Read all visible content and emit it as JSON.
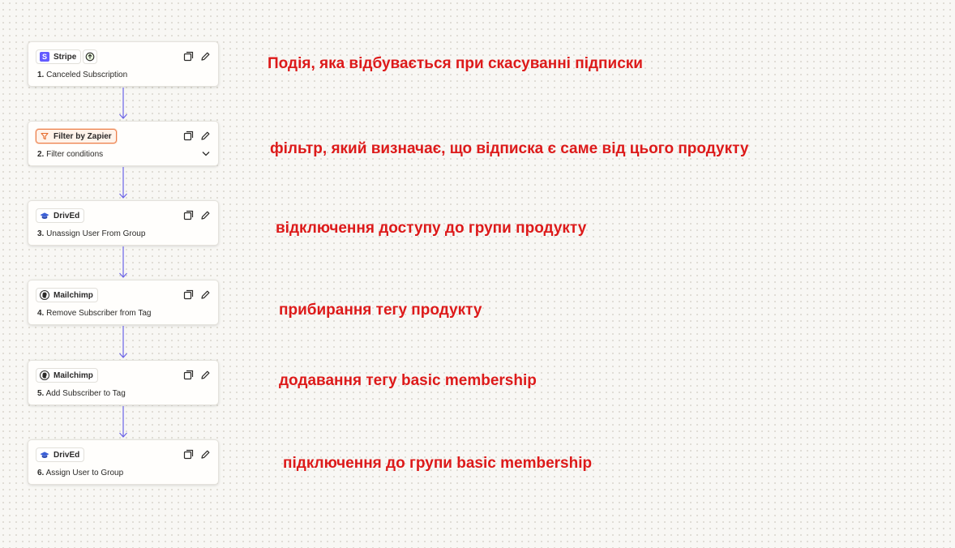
{
  "steps": [
    {
      "app": "Stripe",
      "num": "1.",
      "title": "Canceled Subscription",
      "app_icon": "stripe-icon"
    },
    {
      "app": "Filter by Zapier",
      "num": "2.",
      "title": "Filter conditions",
      "app_icon": "filter-icon"
    },
    {
      "app": "DrivEd",
      "num": "3.",
      "title": "Unassign User From Group",
      "app_icon": "graduation-cap-icon"
    },
    {
      "app": "Mailchimp",
      "num": "4.",
      "title": "Remove Subscriber from Tag",
      "app_icon": "mailchimp-icon"
    },
    {
      "app": "Mailchimp",
      "num": "5.",
      "title": "Add Subscriber to Tag",
      "app_icon": "mailchimp-icon"
    },
    {
      "app": "DrivEd",
      "num": "6.",
      "title": "Assign User to Group",
      "app_icon": "graduation-cap-icon"
    }
  ],
  "stripe_glyph": "S",
  "annotations": [
    "Подія, яка відбувається при скасуванні підписки",
    "фільтр, який визначає, що відписка є саме від цього продукту",
    "відключення доступу до групи продукту",
    "прибирання тегу продукту",
    "додавання тегу basic membership",
    "підключення до групи basic membership"
  ],
  "colors": {
    "connector": "#6b63e6",
    "annotation": "#dd1a1a",
    "stripe": "#635bff",
    "filter_accent": "#ec7e4a",
    "drived": "#3b5fd6"
  }
}
